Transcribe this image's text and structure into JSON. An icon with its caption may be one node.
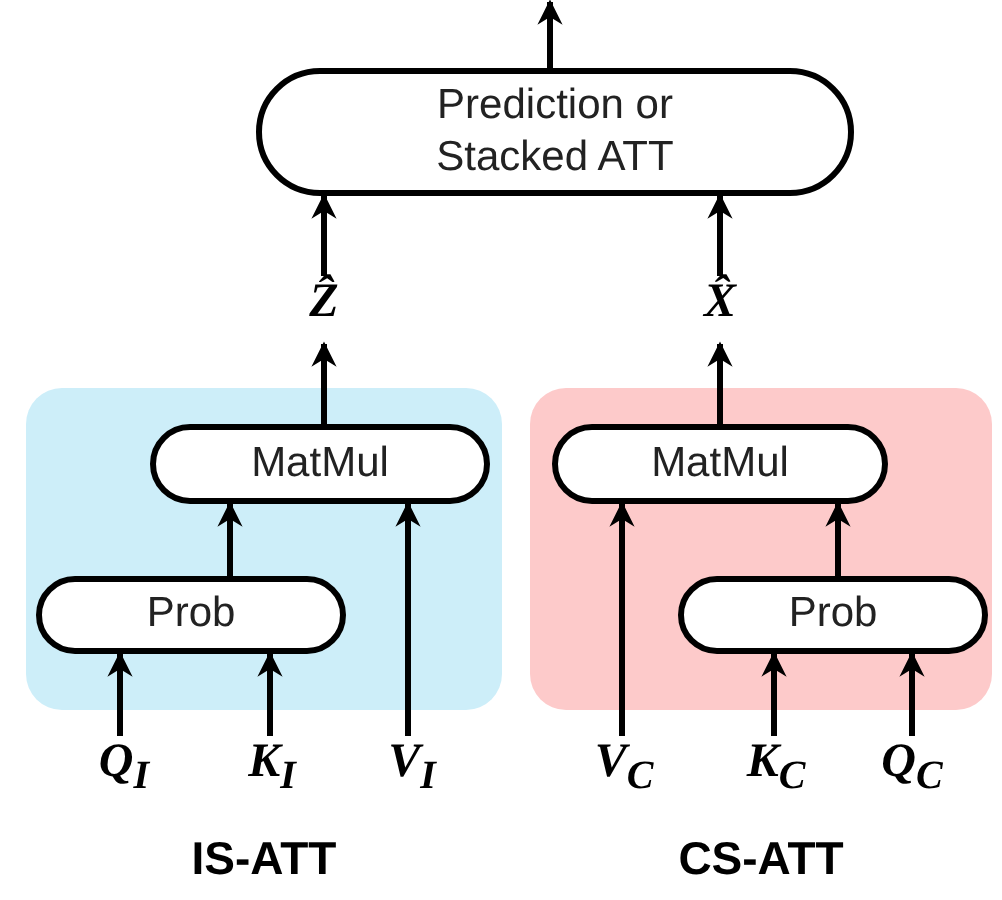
{
  "diagram": {
    "nodes": [
      {
        "text": [
          "Prediction or Stacked ATT"
        ]
      },
      {
        "text": [
          "IS-ATT"
        ]
      },
      {
        "text": [
          "MatMul"
        ],
        "in": 1
      },
      {
        "text": [
          "Prob"
        ],
        "in": 1
      },
      {
        "text": [
          "CS-ATT"
        ]
      },
      {
        "text": [
          "MatMul"
        ],
        "in": 4
      },
      {
        "text": [
          "Prob"
        ],
        "in": 4
      },
      {
        "text": [
          "Ẑ"
        ]
      },
      {
        "text": [
          "X̂"
        ]
      },
      {
        "text": [
          "Q$_{I}$"
        ]
      },
      {
        "text": [
          "K$_{I}$"
        ]
      },
      {
        "text": [
          "V$_{I}$"
        ]
      },
      {
        "text": [
          "V$_{C}$"
        ]
      },
      {
        "text": [
          "K$_{C}$"
        ]
      },
      {
        "text": [
          "Q$_{C}$"
        ]
      }
    ],
    "edges": [
      {
        "from": 0,
        "to": null,
        "arrow": "to"
      },
      {
        "from": 7,
        "to": 0,
        "arrow": "to"
      },
      {
        "from": 8,
        "to": 0,
        "arrow": "to"
      },
      {
        "from": 2,
        "to": 7,
        "arrow": "to"
      },
      {
        "from": 5,
        "to": 8,
        "arrow": "to"
      },
      {
        "from": 3,
        "to": 2,
        "arrow": "to"
      },
      {
        "from": 11,
        "to": 2,
        "arrow": "to"
      },
      {
        "from": 9,
        "to": 3,
        "arrow": "to"
      },
      {
        "from": 10,
        "to": 3,
        "arrow": "to"
      },
      {
        "from": 6,
        "to": 5,
        "arrow": "to"
      },
      {
        "from": 12,
        "to": 5,
        "arrow": "to"
      },
      {
        "from": 13,
        "to": 6,
        "arrow": "to"
      },
      {
        "from": 14,
        "to": 6,
        "arrow": "to"
      }
    ]
  }
}
